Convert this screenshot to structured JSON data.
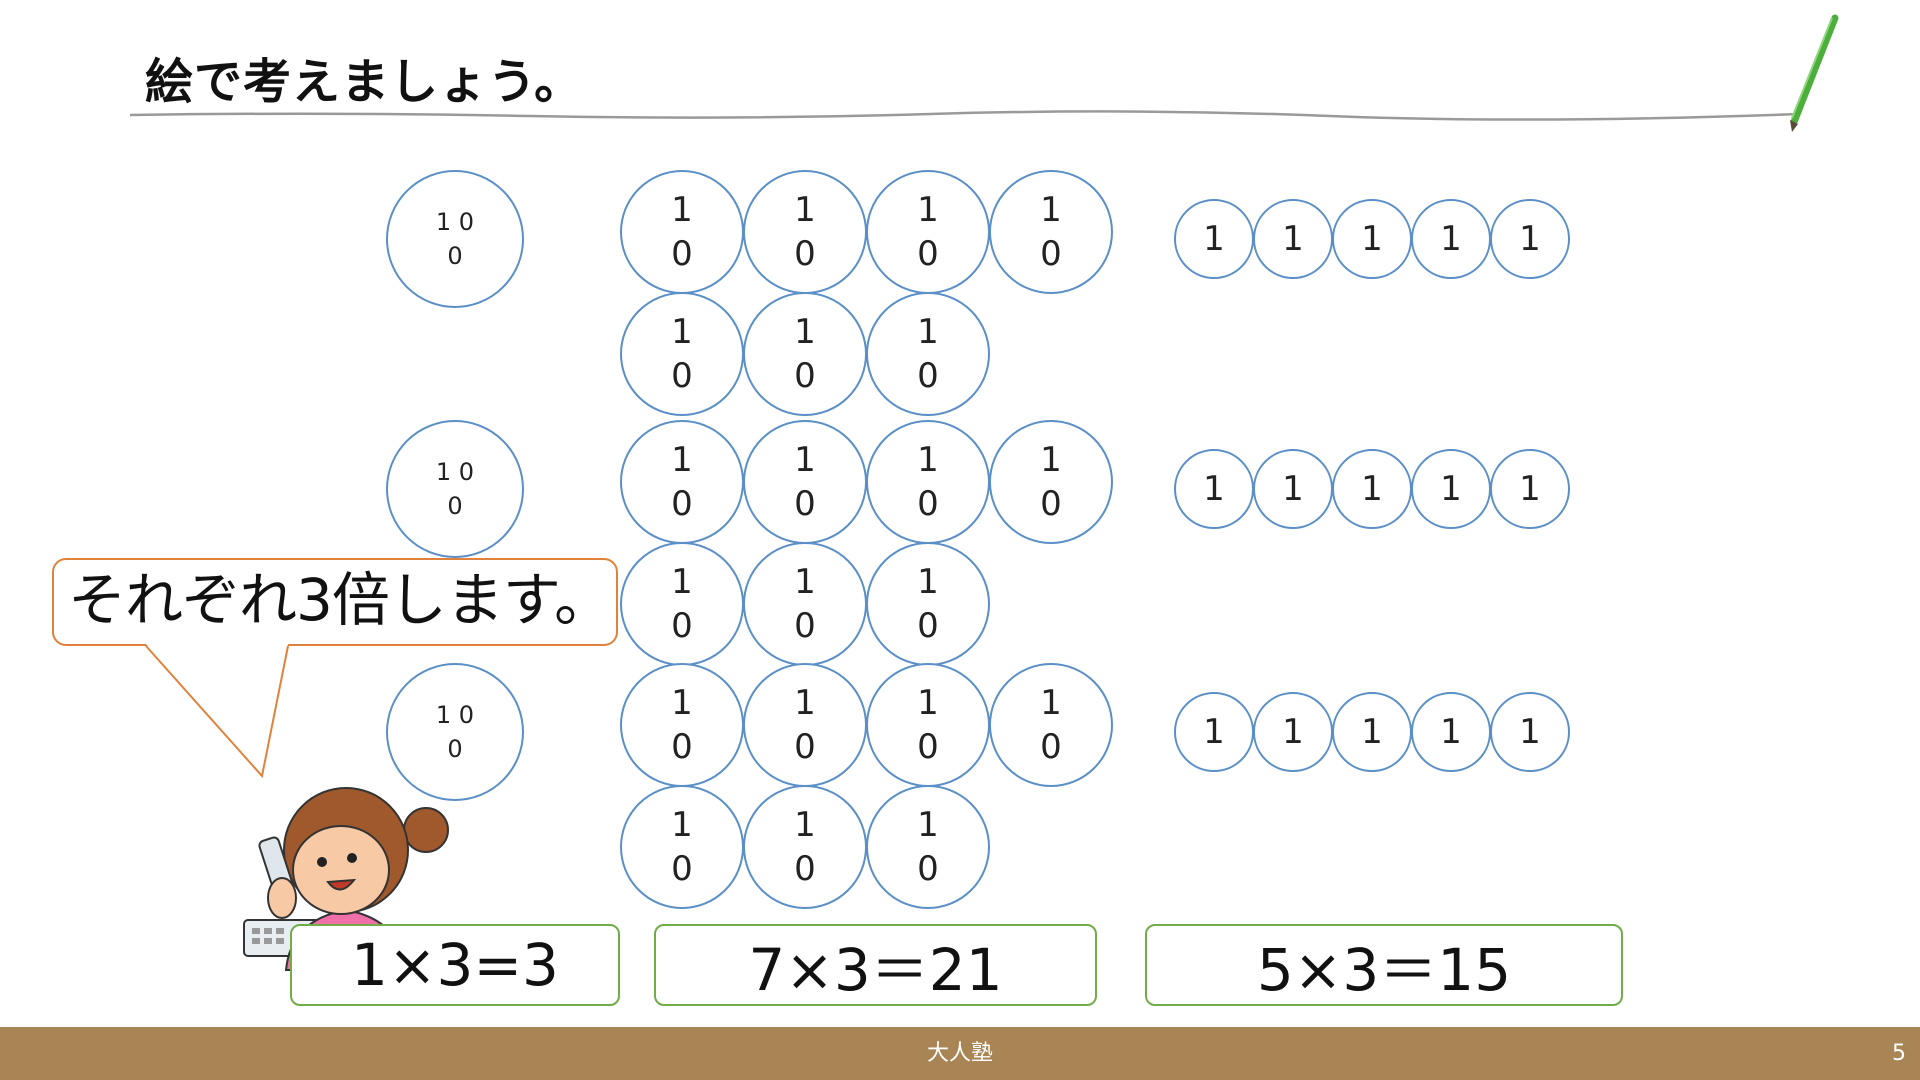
{
  "slide": {
    "title": "絵で考えましょう。",
    "bubble_text": "それぞれ3倍します。",
    "footer_text": "大人塾",
    "page_number": "5"
  },
  "coin_labels": {
    "hundred": "1 0\n0",
    "ten": "1\n0",
    "one": "1"
  },
  "groups": [
    {
      "hundreds": 1,
      "tens": 7,
      "ones": 5
    },
    {
      "hundreds": 1,
      "tens": 7,
      "ones": 5
    },
    {
      "hundreds": 1,
      "tens": 7,
      "ones": 5
    }
  ],
  "equations": {
    "hundreds": "1×3=3",
    "tens": "7×3＝21",
    "ones": "5×3＝15"
  },
  "colors": {
    "coin_border": "#5b8fc7",
    "bubble_border": "#e0823c",
    "equation_border": "#70ad47",
    "footer": "#a98556",
    "pencil": "#4caf3c"
  }
}
